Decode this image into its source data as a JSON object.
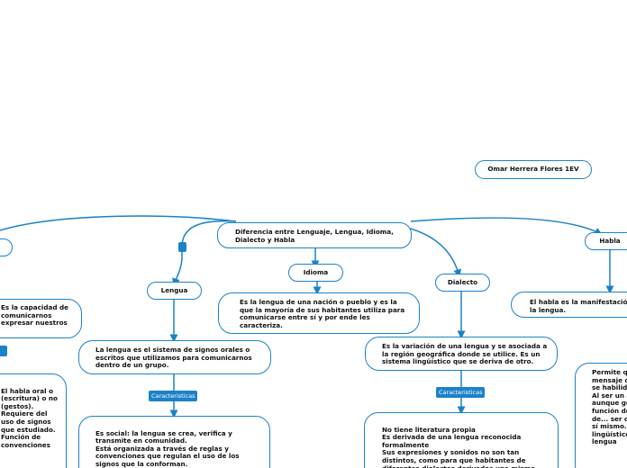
{
  "author": "Omar Herrera Flores 1EV",
  "central_topic": "Diferencia entre Lenguaje, Lengua, Idioma, Dialecto y Habla",
  "tag_label": "Caracteristicas",
  "branches": {
    "lengua": {
      "title": "Lengua",
      "definition": "La lengua es el sistema de signos orales o escritos que utilizamos para comunicarnos dentro de un grupo.",
      "characteristics": "Es social: la lengua se crea, verifica y transmite en comunidad.\nEstá organizada a través de reglas y convenciones que regulan el uso de los signos que la conforman.\nExperimenta cambios: la lengua puede ser"
    },
    "idioma": {
      "title": "Idioma",
      "definition": "Es la lengua de una nación o pueblo y es la que la mayoría de sus habitantes utiliza para comunicarse entre sí y por ende les caracteriza."
    },
    "dialecto": {
      "title": "Dialecto",
      "definition": "Es la variación de una lengua y se asociada a la región geográfica donde se utilice. Es un sistema lingüístico que se deriva de otro.",
      "characteristics": "No tiene literatura propia\nEs derivada de una lengua reconocida formalmente\nSus expresiones y sonidos no son tan distintos, como para que habitantes de diferentes dialectos derivados una misma lengua no se entiendan"
    },
    "habla": {
      "title": "Habla",
      "definition": "El habla es la manifestación de la lengua.",
      "characteristics": "Permite que el mensaje de la lengua se habilidades y la... Al ser un acto porque aunque generalidades función de... Requiere de... ser comprendido sí mismo... sistema lingüístico uso de una lengua"
    },
    "lenguaje": {
      "definition": "Es la capacidad de comunicarnos expresar nuestros",
      "characteristics": "El habla oral o (escritura) o no (gestos).\nRequiere del uso de signos que estudiado.\nFunción de convenciones"
    }
  }
}
